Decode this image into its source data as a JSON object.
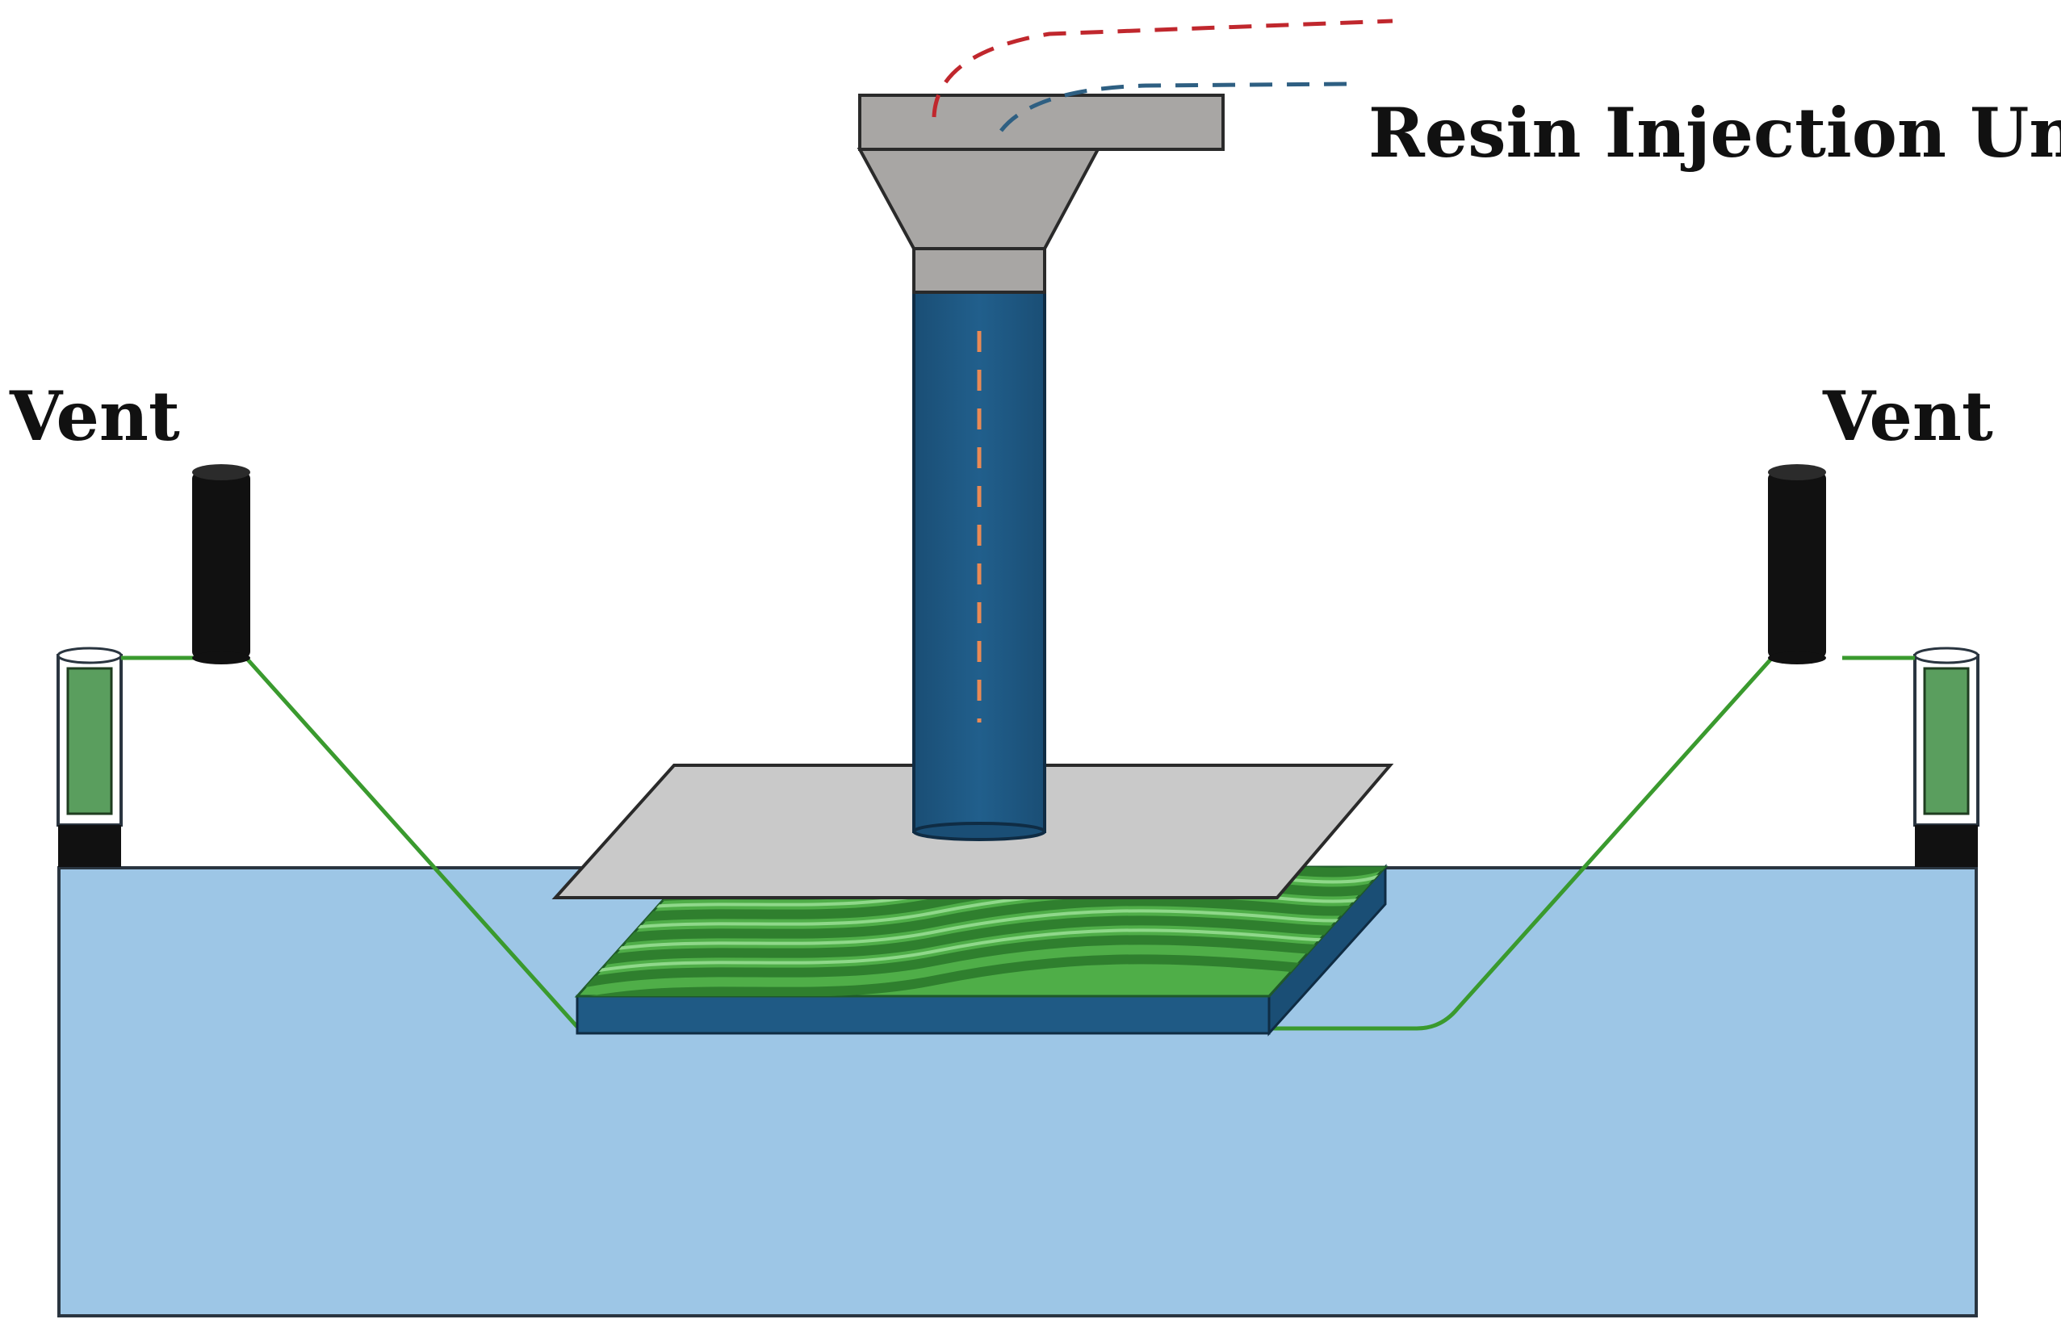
{
  "labels": {
    "injection_unit": "Resin Injection Unit",
    "vent_left": "Vent",
    "vent_right": "Vent"
  },
  "colors": {
    "tank_fill": "#9dc6e6",
    "tank_stroke": "#2a3540",
    "column_blue": "#1f5a85",
    "housing_gray": "#a8a6a4",
    "plate_gray": "#c9c9c9",
    "preform_green": "#4fae48",
    "preform_dark": "#2f7f2e",
    "resin_line_green": "#3a9a2e",
    "vent_black": "#111111",
    "vent_gauge_green": "#5a9e5e",
    "supply_red": "#c0272d",
    "supply_blue": "#2e5f82",
    "flow_orange": "#e98a55"
  }
}
